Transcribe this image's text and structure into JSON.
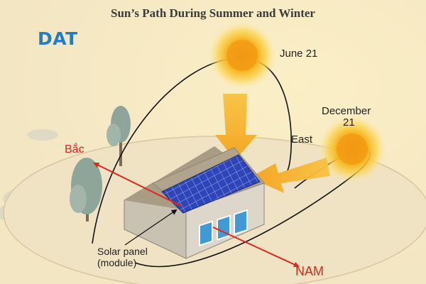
{
  "title": "Sun’s Path During Summer and Winter",
  "brand": {
    "text_left": "DAT",
    "text": "DAT"
  },
  "labels": {
    "summer_sun": "June 21",
    "winter_sun_line1": "December",
    "winter_sun_line2": "21",
    "east": "East",
    "north": "Bắc",
    "south": "NAM",
    "panel_line1": "Solar panel",
    "panel_line2": "(module)"
  },
  "colors": {
    "background": "#f5eccb",
    "ground": "#efe3c4",
    "sun": "#f6b417",
    "sun_ray": "#f7a91d",
    "direction_arrow": "#e1251b",
    "brand": "#1f7ecb",
    "solar_panel": "#2d45b8",
    "roof": "#a79a84",
    "wall": "#d8d2c6"
  }
}
